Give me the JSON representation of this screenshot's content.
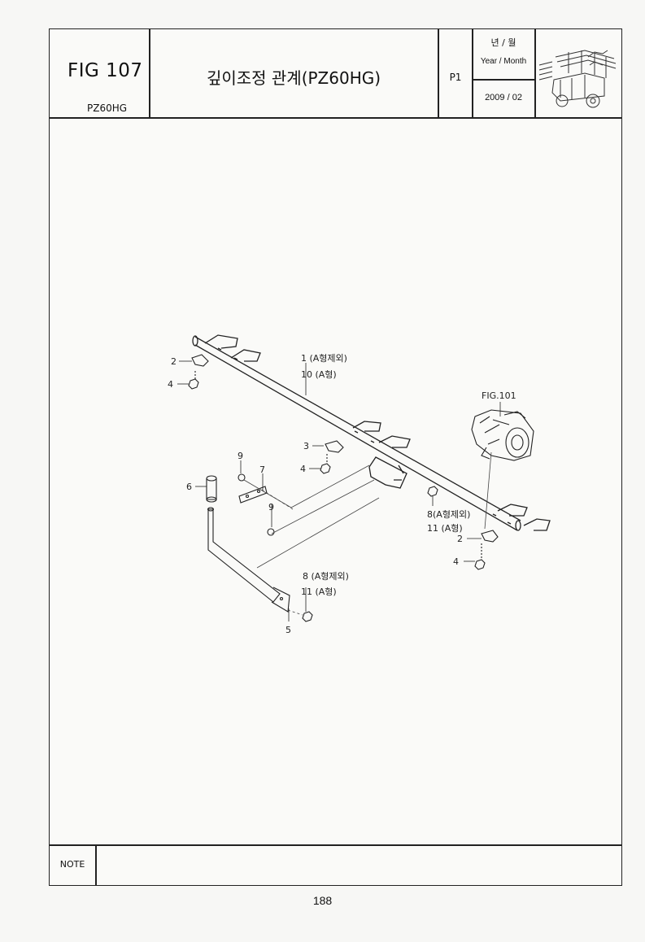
{
  "header": {
    "fig_number": "FIG 107",
    "model": "PZ60HG",
    "title": "깊이조정 관계(PZ60HG)",
    "page_code": "P1",
    "year_month_ko": "년 / 월",
    "year_month_en": "Year / Month",
    "year_month_value": "2009 / 02",
    "thumbnail": "rice-transplanter-icon"
  },
  "diagram": {
    "ref_fig": "FIG.101",
    "callouts": {
      "c1": "1 (A형제외)",
      "c10": "10 (A형)",
      "c2_left": "2",
      "c4_left": "4",
      "c3": "3",
      "c4_mid": "4",
      "c9_top": "9",
      "c7": "7",
      "c6": "6",
      "c9_bottom": "9",
      "c8_right": "8(A형제외)",
      "c11_right": "11 (A형)",
      "c2_right": "2",
      "c4_right": "4",
      "c8_bottom": "8 (A형제외)",
      "c11_bottom": "11 (A형)",
      "c5": "5"
    }
  },
  "footer": {
    "note_label": "NOTE",
    "page_number": "188"
  }
}
